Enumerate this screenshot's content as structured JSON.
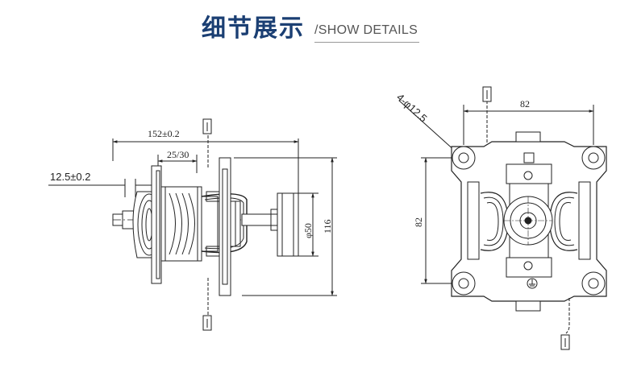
{
  "header": {
    "title_cn": "细节展示",
    "title_en": "/SHOW DETAILS"
  },
  "side_view": {
    "dim_length": "152±0.2",
    "dim_offset": "25/30",
    "dim_shaft": "12.5±0.2",
    "dim_diameter": "φ50",
    "dim_height": "116"
  },
  "front_view": {
    "dim_holes": "4-φ12.5",
    "dim_width": "82",
    "dim_height": "82"
  }
}
